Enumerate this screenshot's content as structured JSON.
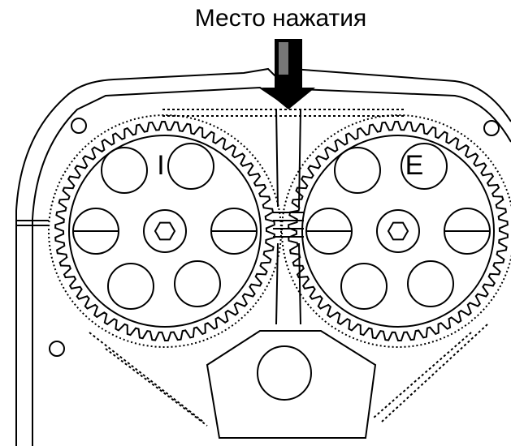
{
  "caption": "Место нажатия",
  "gears": [
    {
      "label": "I"
    },
    {
      "label": "E"
    }
  ],
  "colors": {
    "line": "#000000",
    "background": "#ffffff"
  }
}
